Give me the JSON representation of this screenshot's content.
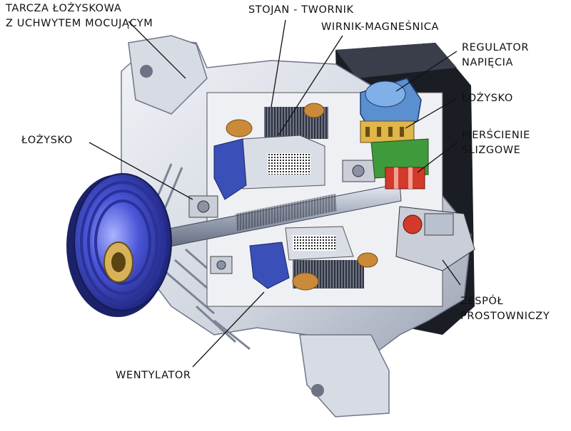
{
  "labels": {
    "bearing_shield": {
      "line1": "TARCZA ŁOŻYSKOWA",
      "line2": "Z UCHWYTEM MOCUJĄCYM"
    },
    "stator": {
      "text": "STOJAN - TWORNIK"
    },
    "rotor": {
      "text": "WIRNIK-MAGNEŚNICA"
    },
    "regulator": {
      "line1": "REGULATOR",
      "line2": "NAPIĘCIA"
    },
    "bearing_right": {
      "text": "ŁOŻYSKO"
    },
    "slip_rings": {
      "line1": "PIERŚCIENIE",
      "line2": "ŚLIZGOWE"
    },
    "bearing_left": {
      "text": "ŁOŻYSKO"
    },
    "rectifier": {
      "line1": "ZESPÓŁ",
      "line2": "PROSTOWNICZY"
    },
    "fan": {
      "text": "WENTYLATOR"
    }
  },
  "colors": {
    "housing": "#d9dde6",
    "housing_dark": "#8f97a8",
    "pulley": "#3c46c8",
    "copper": "#c98a3a",
    "regulator_blue": "#5a8fd0",
    "green": "#3f9a3c",
    "slip_ring_red": "#d23a2a",
    "shaft": "#9aa3b5"
  }
}
